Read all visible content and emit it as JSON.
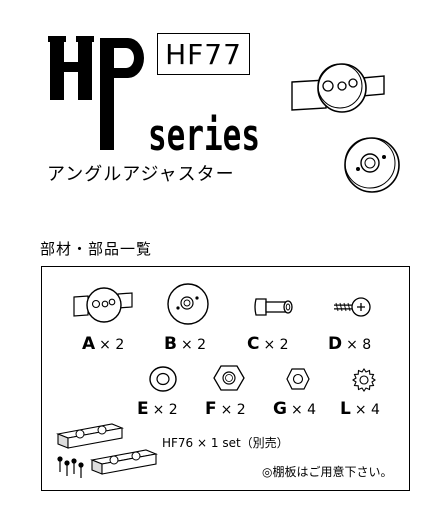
{
  "header": {
    "brand_letters": "HP",
    "series_word": "series",
    "model": "HF77",
    "product_name": "アングルアジャスター"
  },
  "parts": {
    "heading": "部材・部品一覧",
    "items": [
      {
        "letter": "A",
        "qty": "× 2"
      },
      {
        "letter": "B",
        "qty": "× 2"
      },
      {
        "letter": "C",
        "qty": "× 2"
      },
      {
        "letter": "D",
        "qty": "× 8"
      },
      {
        "letter": "E",
        "qty": "× 2"
      },
      {
        "letter": "F",
        "qty": "× 2"
      },
      {
        "letter": "G",
        "qty": "× 4"
      },
      {
        "letter": "L",
        "qty": "× 4"
      }
    ],
    "accessory": "HF76 × 1 set（別売）",
    "note": "◎棚板はご用意下さい。"
  }
}
